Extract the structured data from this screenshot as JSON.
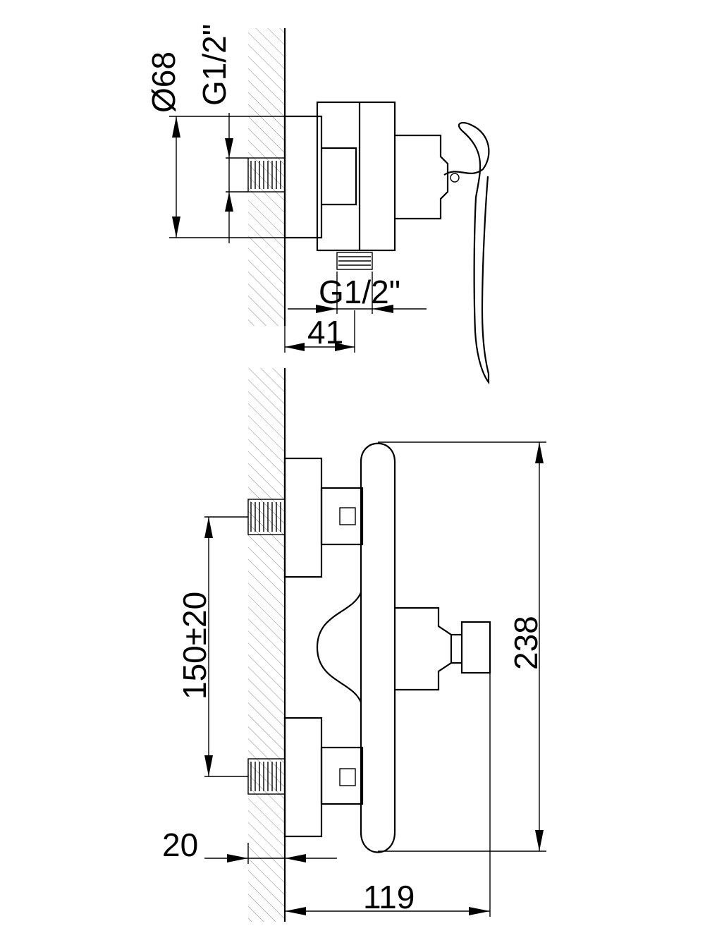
{
  "top_view": {
    "dim_diameter": "Ø68",
    "dim_thread_inlet": "G1/2\"",
    "dim_thread_outlet": "G1/2\"",
    "dim_projection": "41"
  },
  "front_view": {
    "dim_spacing": "150±20",
    "dim_height": "238",
    "dim_wall_offset": "20",
    "dim_depth": "119"
  }
}
